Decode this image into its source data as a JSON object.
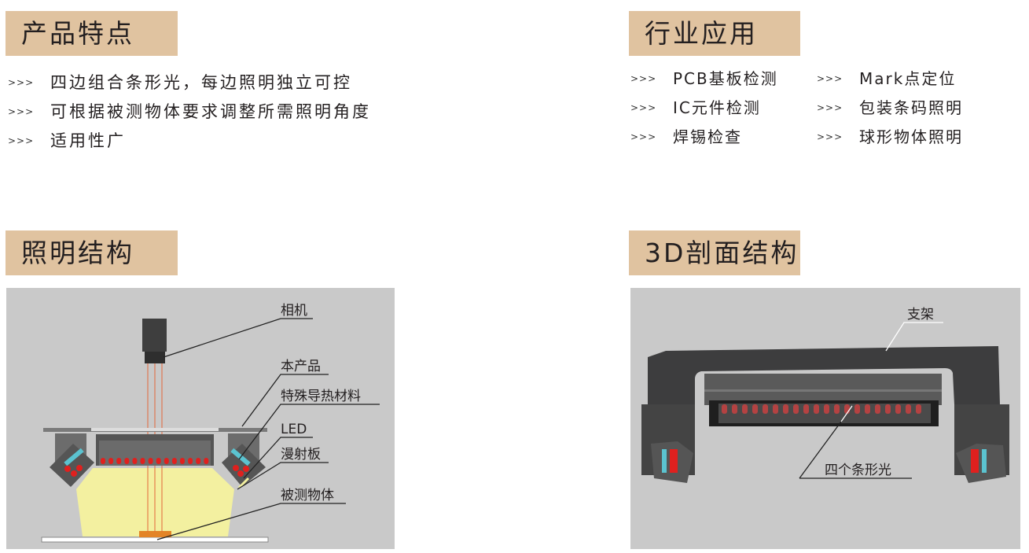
{
  "features": {
    "title": "产品特点",
    "bullet": ">>>",
    "items": [
      "四边组合条形光，每边照明独立可控",
      "可根据被测物体要求调整所需照明角度",
      "适用性广"
    ]
  },
  "applications": {
    "title": "行业应用",
    "bullet": ">>>",
    "col1": [
      "PCB基板检测",
      "IC元件检测",
      "焊锡检查"
    ],
    "col2": [
      "Mark点定位",
      "包装条码照明",
      "球形物体照明"
    ]
  },
  "lighting_structure": {
    "title": "照明结构",
    "labels": {
      "camera": "相机",
      "product": "本产品",
      "thermal": "特殊导热材料",
      "led": "LED",
      "diffuser": "漫射板",
      "object": "被测物体"
    }
  },
  "section_3d": {
    "title": "3D剖面结构",
    "labels": {
      "bracket": "支架",
      "bars": "四个条形光"
    }
  },
  "colors": {
    "header_bg": "#e0c3a0",
    "panel_bg": "#c9c9c9",
    "led_red": "#e0201e",
    "light_yellow": "#f3f0a0"
  }
}
